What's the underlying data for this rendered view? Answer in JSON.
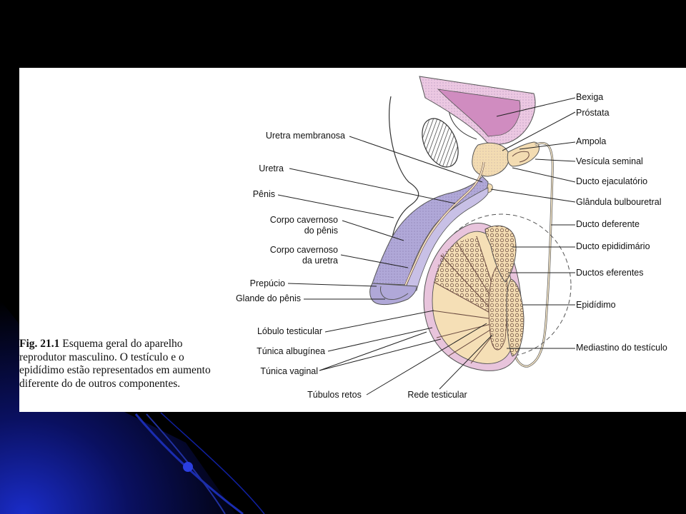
{
  "caption": {
    "fig": "Fig. 21.1",
    "text": "Esquema geral do aparelho reprodutor masculino. O testículo e o epidídimo estão representados em aumento diferente do de outros componentes."
  },
  "labels": {
    "bexiga": "Bexiga",
    "prostata": "Próstata",
    "ampola": "Ampola",
    "vesicula_seminal": "Vesícula seminal",
    "ducto_ejaculatorio": "Ducto ejaculatório",
    "glandula_bulbouretral": "Glândula bulbouretral",
    "ducto_deferente": "Ducto deferente",
    "ducto_epididimario": "Ducto epididimário",
    "ductos_eferentes": "Ductos eferentes",
    "epididimo": "Epidídimo",
    "mediastino": "Mediastino do testículo",
    "uretra_membranosa": "Uretra membranosa",
    "uretra": "Uretra",
    "penis": "Pênis",
    "corpo_cavernoso_penis_1": "Corpo cavernoso",
    "corpo_cavernoso_penis_2": "do pênis",
    "corpo_cavernoso_uretra_1": "Corpo cavernoso",
    "corpo_cavernoso_uretra_2": "da uretra",
    "prepucio": "Prepúcio",
    "glande": "Glande do pênis",
    "lobulo": "Lóbulo testicular",
    "tunica_albuginea": "Túnica albugínea",
    "tunica_vaginal": "Túnica vaginal",
    "tubulos_retos": "Túbulos retos",
    "rede_testicular": "Rede testicular"
  },
  "colors": {
    "background": "#000000",
    "panel": "#ffffff",
    "bladder": "#d9a5cf",
    "bladder_wall": "#ecc8e2",
    "prostate": "#f3dcb2",
    "erectile": "#b0a8d8",
    "testis": "#f5dfb6",
    "tunica": "#e8c4dc",
    "accent_blue": "#1a2cc0"
  }
}
